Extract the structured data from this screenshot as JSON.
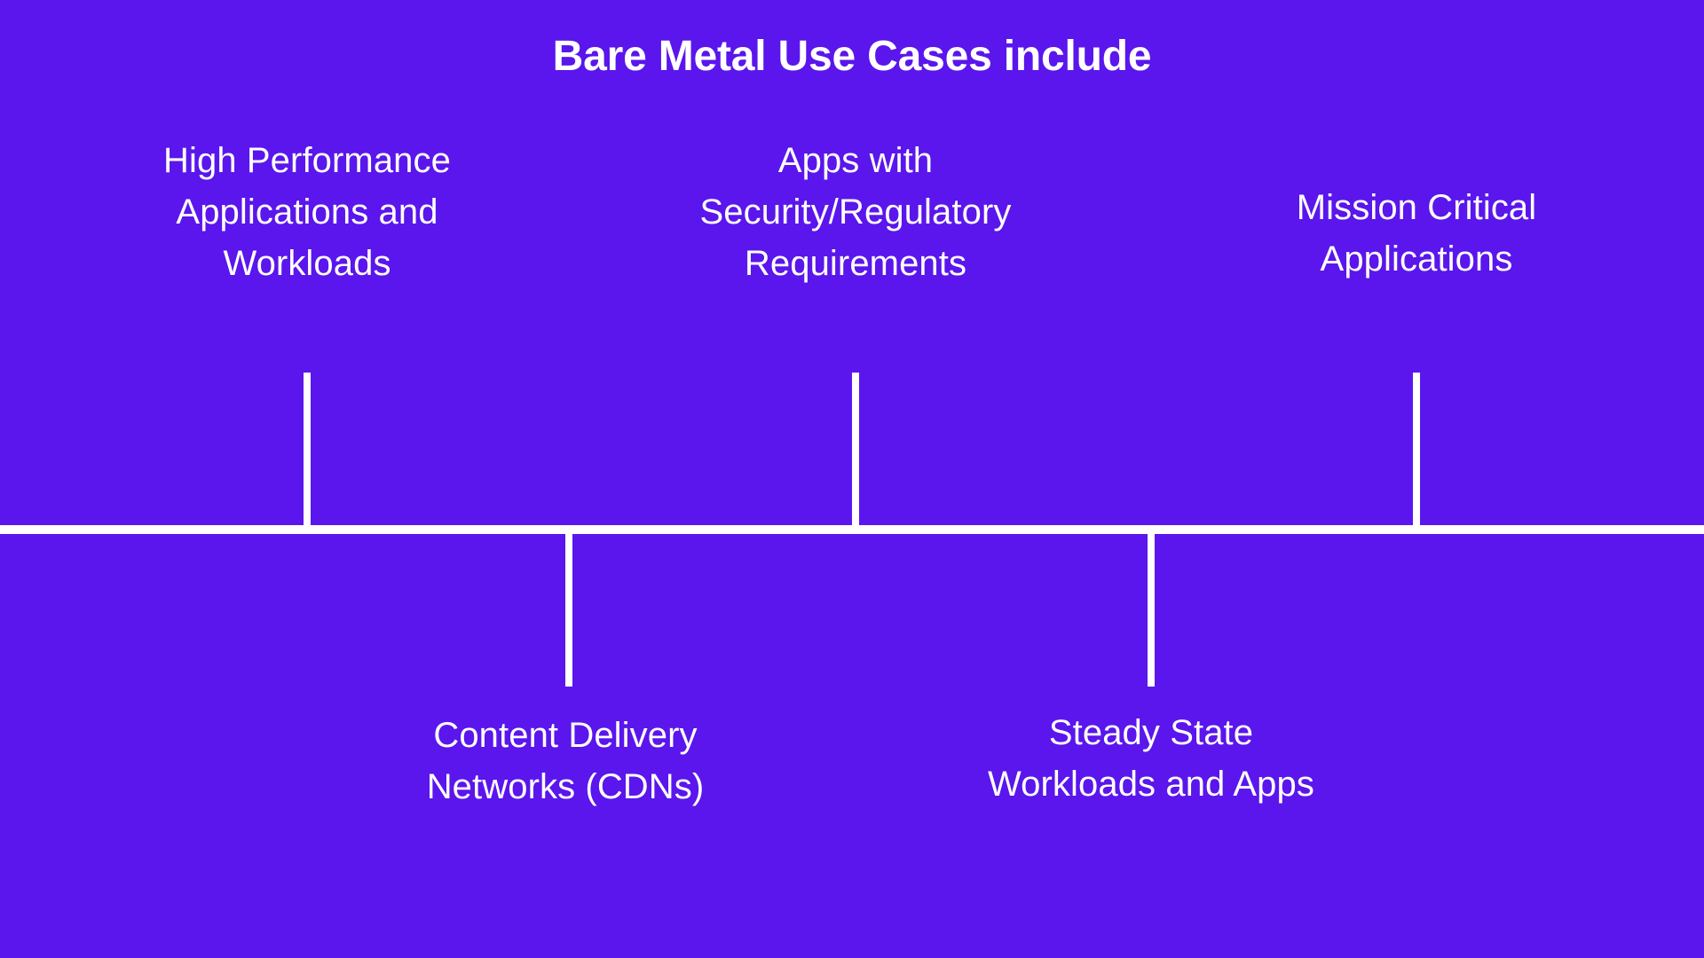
{
  "title": "Bare Metal Use Cases include",
  "colors": {
    "background": "#5a16ec",
    "foreground": "#ffffff"
  },
  "axis": {
    "orientation": "horizontal",
    "label": "timeline-axis"
  },
  "items": [
    {
      "id": "high-performance",
      "position": "above",
      "lines": [
        "High Performance",
        "Applications and",
        "Workloads"
      ],
      "line1": "High Performance",
      "line2": "Applications and",
      "line3": "Workloads"
    },
    {
      "id": "content-delivery-networks",
      "position": "below",
      "lines": [
        "Content Delivery",
        "Networks (CDNs)"
      ],
      "line1": "Content Delivery",
      "line2": "Networks (CDNs)",
      "line3": ""
    },
    {
      "id": "security-regulatory",
      "position": "above",
      "lines": [
        "Apps with",
        "Security/Regulatory",
        "Requirements"
      ],
      "line1": "Apps with",
      "line2": "Security/Regulatory",
      "line3": "Requirements"
    },
    {
      "id": "steady-state",
      "position": "below",
      "lines": [
        "Steady State",
        "Workloads and Apps"
      ],
      "line1": "Steady State",
      "line2": "Workloads and Apps",
      "line3": ""
    },
    {
      "id": "mission-critical",
      "position": "above",
      "lines": [
        "Mission Critical",
        "Applications"
      ],
      "line1": "Mission Critical",
      "line2": "Applications",
      "line3": ""
    }
  ]
}
